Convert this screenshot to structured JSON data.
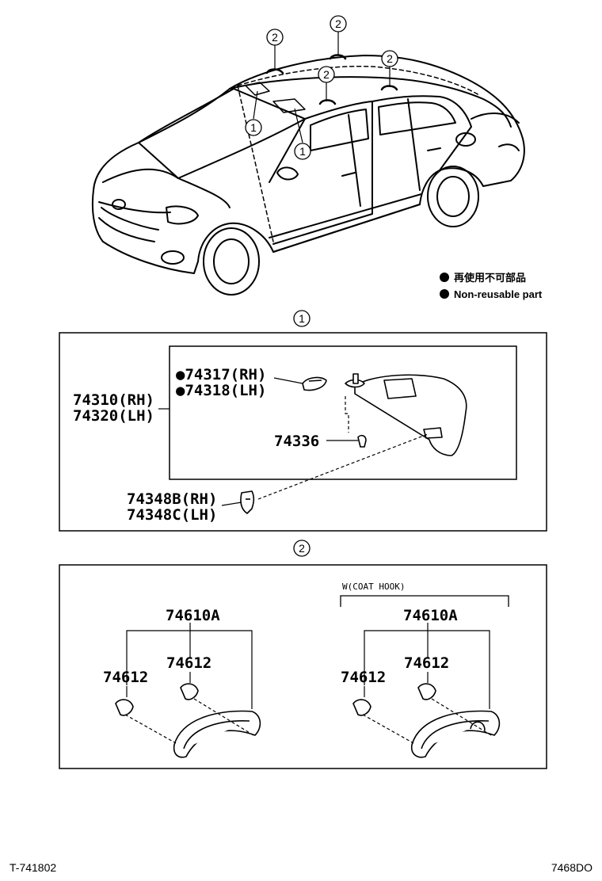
{
  "callouts": {
    "one": "1",
    "two": "2"
  },
  "legend": {
    "japanese": "再使用不可部品",
    "english": "Non-reusable part"
  },
  "section1": {
    "assy_rh": "74310(RH)",
    "assy_lh": "74320(LH)",
    "holder_rh": "●74317(RH)",
    "holder_lh": "●74318(LH)",
    "plug": "74336",
    "clip_rh": "74348B(RH)",
    "clip_lh": "74348C(LH)"
  },
  "section2": {
    "variant_label": "W(COAT HOOK)",
    "left": {
      "assy": "74610A",
      "cap_left": "74612",
      "cap_right": "74612"
    },
    "right": {
      "assy": "74610A",
      "cap_left": "74612",
      "cap_right": "74612"
    }
  },
  "footer": {
    "left_code": "T-741802",
    "right_code": "7468DO"
  }
}
